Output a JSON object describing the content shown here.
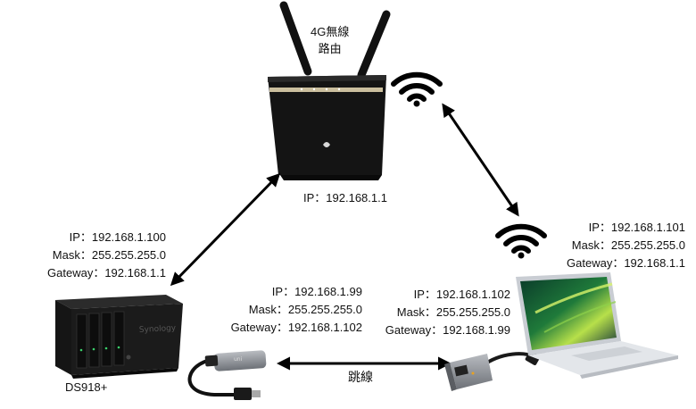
{
  "router": {
    "title_line1": "4G無線",
    "title_line2": "路由",
    "ip": "IP：192.168.1.1",
    "brand_color": "#e8e2d2"
  },
  "nas": {
    "name": "DS918+",
    "ip": "IP：192.168.1.100",
    "mask": "Mask：255.255.255.0",
    "gateway": "Gateway：192.168.1.1"
  },
  "laptop": {
    "ip": "IP：192.168.1.101",
    "mask": "Mask：255.255.255.0",
    "gateway": "Gateway：192.168.1.1"
  },
  "adapter_left": {
    "ip": "IP：192.168.1.99",
    "mask": "Mask：255.255.255.0",
    "gateway": "Gateway：192.168.1.102"
  },
  "adapter_right": {
    "ip": "IP：192.168.1.102",
    "mask": "Mask：255.255.255.0",
    "gateway": "Gateway：192.168.1.99"
  },
  "cable": {
    "label": "跳線"
  },
  "icons": [
    "router-image",
    "wifi-icon",
    "nas-image",
    "laptop-image",
    "usb-ethernet-adapter-image"
  ]
}
